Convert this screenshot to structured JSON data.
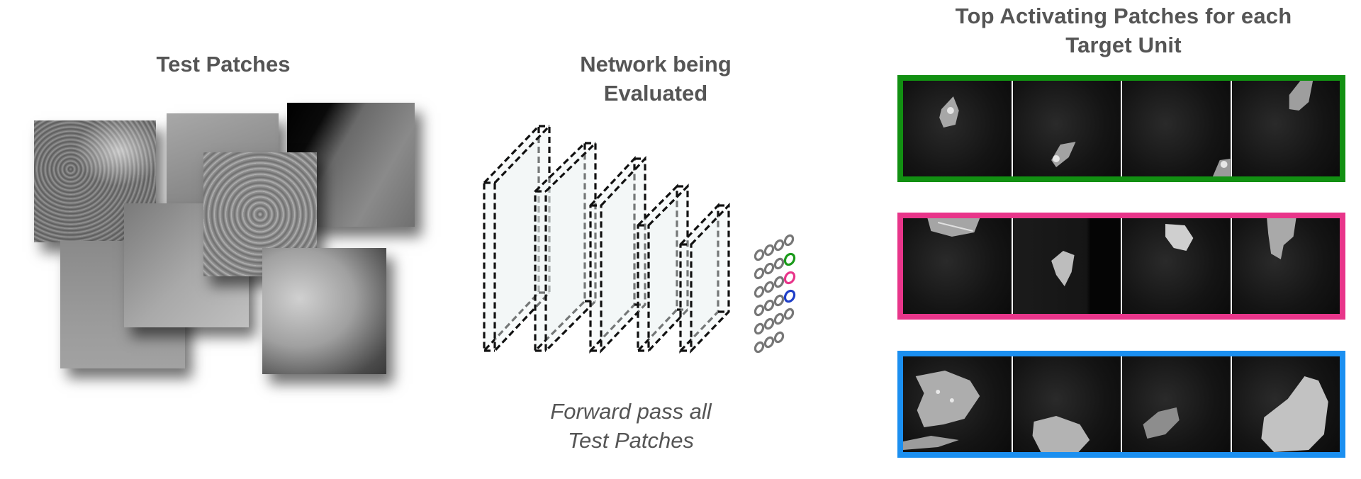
{
  "test_patches": {
    "title": "Test Patches"
  },
  "network": {
    "title_lines": [
      "Network being",
      "Evaluated"
    ],
    "caption_lines": [
      "Forward pass all",
      "Test Patches"
    ],
    "unit_colors": {
      "green": "#1a9a1a",
      "pink": "#e8358a",
      "blue": "#1f3fc8",
      "neutral": "#777777"
    }
  },
  "top_patches": {
    "title_lines": [
      "Top Activating Patches for each",
      "Target  Unit"
    ],
    "units": [
      {
        "border_color": "#129012"
      },
      {
        "border_color": "#e8358a"
      },
      {
        "border_color": "#1b8ff0"
      }
    ]
  }
}
